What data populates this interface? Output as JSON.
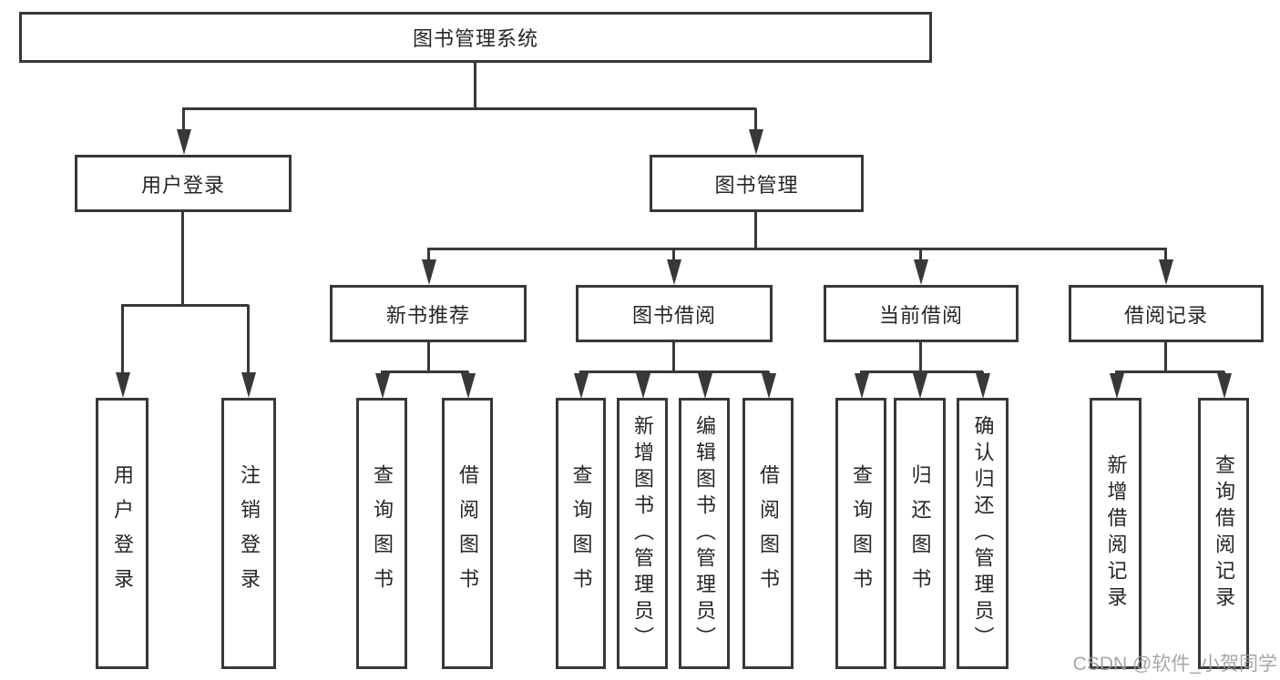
{
  "colors": {
    "line": "#383838",
    "box_border": "#383838",
    "box_fill": "#ffffff",
    "text": "#262626",
    "watermark": "#9e9e9e",
    "background": "#ffffff"
  },
  "root": {
    "label": "图书管理系统"
  },
  "branches": {
    "user_login": {
      "label": "用户登录",
      "children": [
        {
          "label": "用户登录"
        },
        {
          "label": "注销登录"
        }
      ]
    },
    "book_mgmt": {
      "label": "图书管理",
      "sections": [
        {
          "label": "新书推荐",
          "children": [
            {
              "label": "查询图书"
            },
            {
              "label": "借阅图书"
            }
          ]
        },
        {
          "label": "图书借阅",
          "children": [
            {
              "label": "查询图书"
            },
            {
              "label": "新增图书（管理员）"
            },
            {
              "label": "编辑图书（管理员）"
            },
            {
              "label": "借阅图书"
            }
          ]
        },
        {
          "label": "当前借阅",
          "children": [
            {
              "label": "查询图书"
            },
            {
              "label": "归还图书"
            },
            {
              "label": "确认归还（管理员）"
            }
          ]
        },
        {
          "label": "借阅记录",
          "children": [
            {
              "label": "新增借阅记录"
            },
            {
              "label": "查询借阅记录"
            }
          ]
        }
      ]
    }
  },
  "watermark": {
    "text": "CSDN @软件_小贺同学"
  }
}
